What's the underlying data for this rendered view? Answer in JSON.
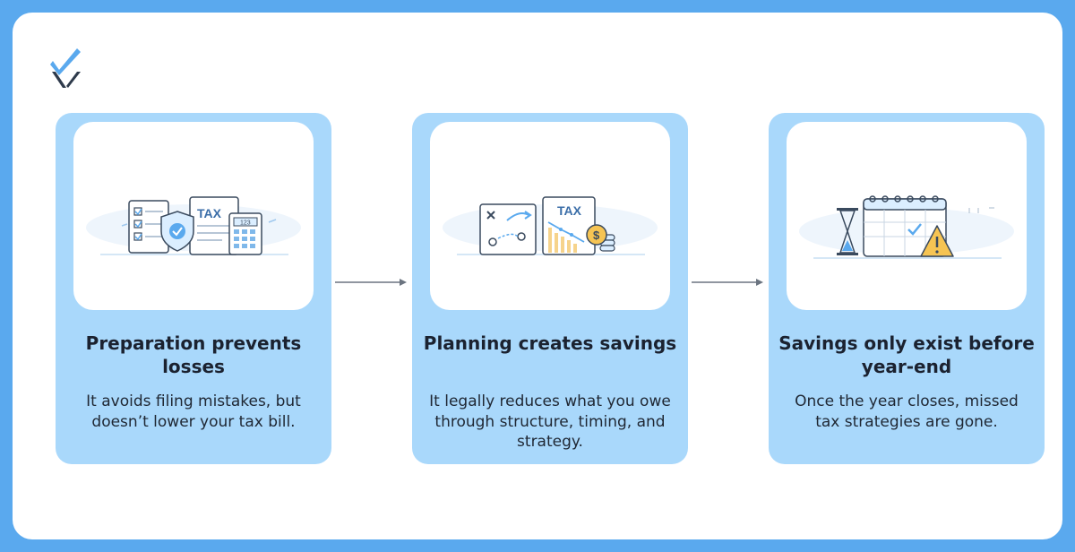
{
  "logo": {
    "icon": "checkmark-x-logo",
    "colors": [
      "#5aa9ee",
      "#2e3a4b"
    ]
  },
  "steps": [
    {
      "title": "Preparation prevents losses",
      "description": "It avoids filing mistakes, but doesn’t lower your tax bill.",
      "illustration": {
        "icons": [
          "checklist-icon",
          "shield-check-icon",
          "tax-document-icon",
          "calculator-icon"
        ],
        "tax_label": "TAX",
        "calculator_display": "123"
      }
    },
    {
      "title": "Planning creates savings",
      "description": "It legally reduces what you owe through structure, timing, and strategy.",
      "illustration": {
        "icons": [
          "strategy-board-icon",
          "tax-chart-icon",
          "dollar-coin-icon",
          "coin-stack-icon"
        ],
        "tax_label": "TAX"
      }
    },
    {
      "title": "Savings only exist before year-end",
      "description": "Once the year closes, missed tax strategies are gone.",
      "illustration": {
        "icons": [
          "hourglass-icon",
          "calendar-icon",
          "warning-icon"
        ]
      }
    }
  ],
  "colors": {
    "background": "#5aa9ee",
    "card": "#a9d8fb",
    "accent": "#5aa9ee",
    "text": "#1b2230",
    "warning": "#f6c453"
  }
}
